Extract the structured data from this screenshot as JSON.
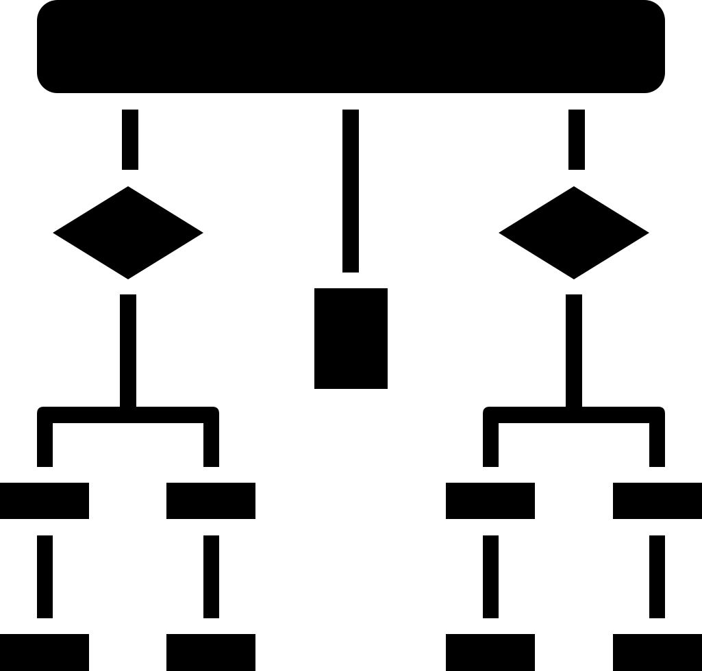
{
  "icon": {
    "name": "flowchart-icon",
    "style": "glyph",
    "fill_color": "#000000",
    "background_color": "#ffffff"
  },
  "nodes": [
    {
      "id": "root",
      "shape": "rounded-rectangle"
    },
    {
      "id": "decision-left",
      "shape": "diamond"
    },
    {
      "id": "process-center",
      "shape": "rectangle"
    },
    {
      "id": "decision-right",
      "shape": "diamond"
    },
    {
      "id": "leaf-1-top",
      "shape": "rectangle"
    },
    {
      "id": "leaf-2-top",
      "shape": "rectangle"
    },
    {
      "id": "leaf-3-top",
      "shape": "rectangle"
    },
    {
      "id": "leaf-4-top",
      "shape": "rectangle"
    },
    {
      "id": "leaf-1-bottom",
      "shape": "rectangle"
    },
    {
      "id": "leaf-2-bottom",
      "shape": "rectangle"
    },
    {
      "id": "leaf-3-bottom",
      "shape": "rectangle"
    },
    {
      "id": "leaf-4-bottom",
      "shape": "rectangle"
    }
  ],
  "edges": [
    {
      "from": "root",
      "to": "decision-left"
    },
    {
      "from": "root",
      "to": "process-center"
    },
    {
      "from": "root",
      "to": "decision-right"
    },
    {
      "from": "decision-left",
      "to": "leaf-1-top"
    },
    {
      "from": "decision-left",
      "to": "leaf-2-top"
    },
    {
      "from": "decision-right",
      "to": "leaf-3-top"
    },
    {
      "from": "decision-right",
      "to": "leaf-4-top"
    },
    {
      "from": "leaf-1-top",
      "to": "leaf-1-bottom"
    },
    {
      "from": "leaf-2-top",
      "to": "leaf-2-bottom"
    },
    {
      "from": "leaf-3-top",
      "to": "leaf-3-bottom"
    },
    {
      "from": "leaf-4-top",
      "to": "leaf-4-bottom"
    }
  ]
}
